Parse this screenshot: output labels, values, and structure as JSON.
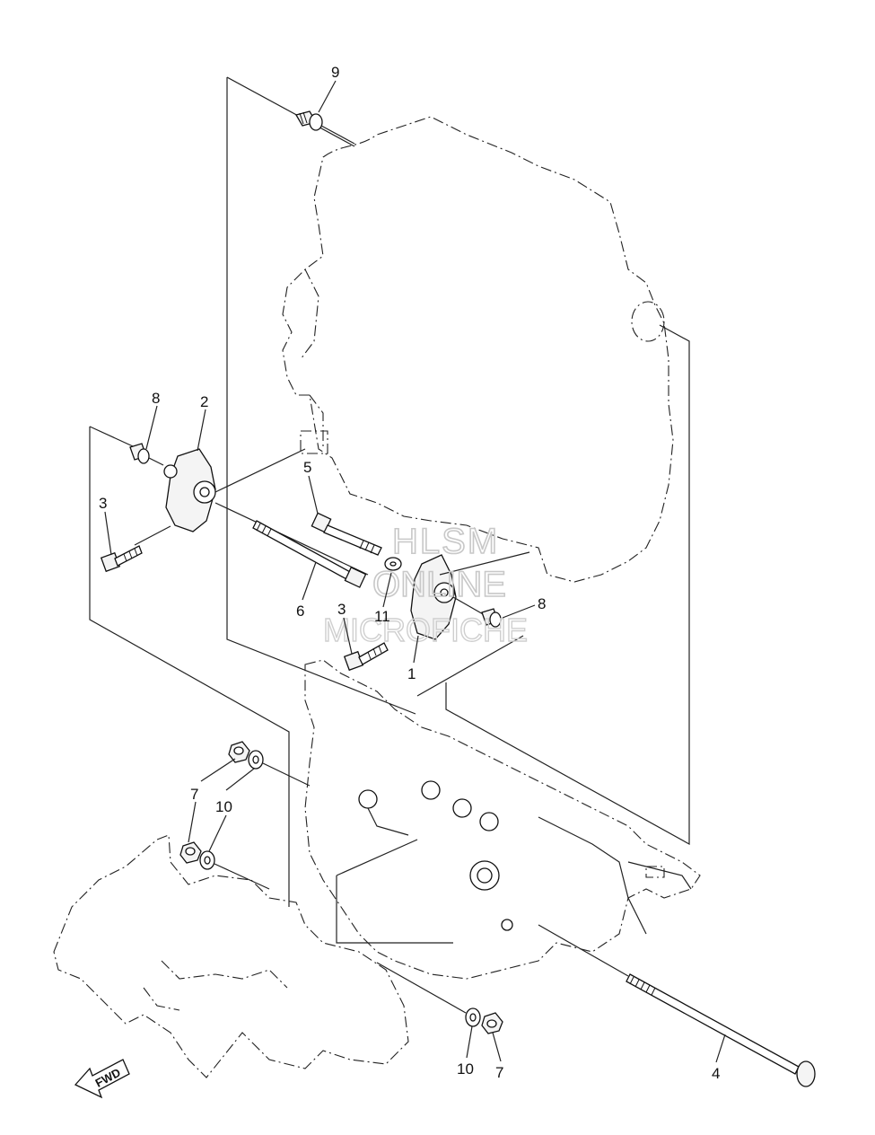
{
  "callouts": [
    {
      "id": "c9",
      "label": "9"
    },
    {
      "id": "c8a",
      "label": "8"
    },
    {
      "id": "c2",
      "label": "2"
    },
    {
      "id": "c3a",
      "label": "3"
    },
    {
      "id": "c5",
      "label": "5"
    },
    {
      "id": "c6",
      "label": "6"
    },
    {
      "id": "c3b",
      "label": "3"
    },
    {
      "id": "c11",
      "label": "11"
    },
    {
      "id": "c1",
      "label": "1"
    },
    {
      "id": "c8b",
      "label": "8"
    },
    {
      "id": "c7a",
      "label": "7"
    },
    {
      "id": "c10a",
      "label": "10"
    },
    {
      "id": "c10b",
      "label": "10"
    },
    {
      "id": "c7b",
      "label": "7"
    },
    {
      "id": "c4",
      "label": "4"
    }
  ],
  "watermark": {
    "line1": "HLSM",
    "line2": "ONLINE",
    "line3": "MICROFICHE"
  },
  "fwd_label": "FWD"
}
